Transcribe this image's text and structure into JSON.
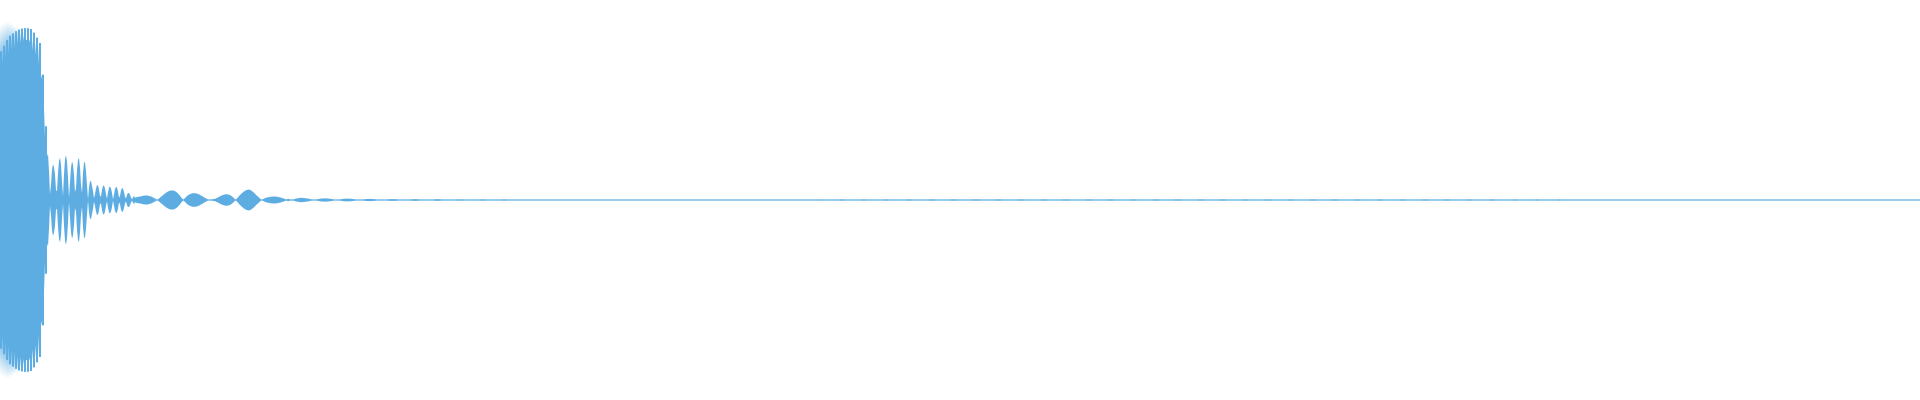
{
  "waveform": {
    "color": "#5dade2",
    "background": "#ffffff",
    "comment_free_note": "",
    "envelope": [
      {
        "t": 0.0,
        "amp": 0.92
      },
      {
        "t": 0.004,
        "amp": 0.95
      },
      {
        "t": 0.01,
        "amp": 0.93
      },
      {
        "t": 0.016,
        "amp": 0.9
      },
      {
        "t": 0.021,
        "amp": 0.82
      },
      {
        "t": 0.024,
        "amp": 0.3
      },
      {
        "t": 0.028,
        "amp": 0.18
      },
      {
        "t": 0.033,
        "amp": 0.25
      },
      {
        "t": 0.038,
        "amp": 0.2
      },
      {
        "t": 0.043,
        "amp": 0.24
      },
      {
        "t": 0.048,
        "amp": 0.08
      },
      {
        "t": 0.053,
        "amp": 0.08
      },
      {
        "t": 0.058,
        "amp": 0.07
      },
      {
        "t": 0.063,
        "amp": 0.07
      },
      {
        "t": 0.068,
        "amp": 0.03
      },
      {
        "t": 0.073,
        "amp": 0.02
      },
      {
        "t": 0.08,
        "amp": 0.03
      },
      {
        "t": 0.085,
        "amp": 0.04
      },
      {
        "t": 0.093,
        "amp": 0.06
      },
      {
        "t": 0.1,
        "amp": 0.04
      },
      {
        "t": 0.112,
        "amp": 0.01
      },
      {
        "t": 0.122,
        "amp": 0.05
      },
      {
        "t": 0.13,
        "amp": 0.055
      },
      {
        "t": 0.14,
        "amp": 0.02
      },
      {
        "t": 0.16,
        "amp": 0.01
      },
      {
        "t": 0.175,
        "amp": 0.008
      },
      {
        "t": 0.2,
        "amp": 0.005
      },
      {
        "t": 0.3,
        "amp": 0.003
      },
      {
        "t": 0.5,
        "amp": 0.004
      },
      {
        "t": 0.7,
        "amp": 0.004
      },
      {
        "t": 1.0,
        "amp": 0.003
      }
    ]
  }
}
